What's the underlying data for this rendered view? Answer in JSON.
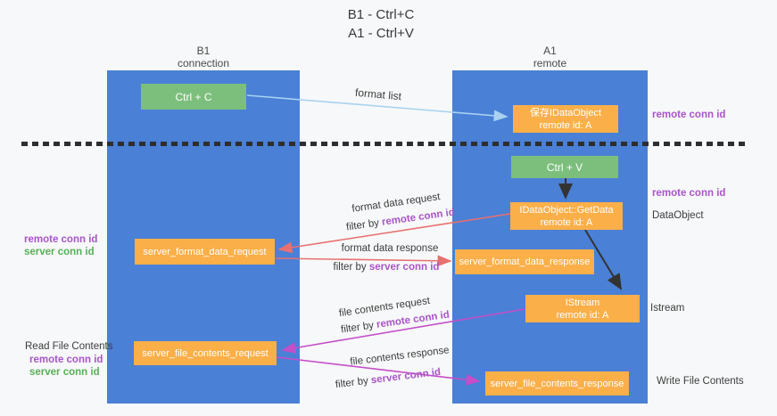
{
  "title": {
    "line1": "B1 - Ctrl+C",
    "line2": "A1 - Ctrl+V"
  },
  "lanes": {
    "left": {
      "name": "B1",
      "role": "connection"
    },
    "right": {
      "name": "A1",
      "role": "remote"
    }
  },
  "nodes": {
    "ctrl_c": {
      "label": "Ctrl + C"
    },
    "ctrl_v": {
      "label": "Ctrl + V"
    },
    "keep_idataobject": {
      "line1": "保存IDataObject",
      "line2": "remote id: A"
    },
    "getdata": {
      "line1": "IDataObject::GetData",
      "line2": "remote id: A"
    },
    "istream": {
      "line1": "IStream",
      "line2": "remote id: A"
    },
    "format_request": {
      "label": "server_format_data_request"
    },
    "format_response": {
      "label": "server_format_data_response"
    },
    "file_request": {
      "label": "server_file_contents_request"
    },
    "file_response": {
      "label": "server_file_contents_response"
    }
  },
  "flow_labels": {
    "format_list": "format list",
    "format_data_request": "format data request",
    "format_data_response": "format data response",
    "file_contents_request": "file contents request",
    "file_contents_response": "file contents response",
    "filter_by": "filter by",
    "remote_conn_id": "remote conn id",
    "server_conn_id": "server conn id"
  },
  "side_labels": {
    "remote_conn_id_top": "remote conn id",
    "remote_conn_id_mid": "remote conn id",
    "dataobject": "DataObject",
    "istream": "Istream",
    "write_file_contents": "Write File Contents",
    "read_file_contents": "Read File Contents",
    "left_remote_conn_id": "remote conn id",
    "left_server_conn_id": "server conn id",
    "left_remote_conn_id_2": "remote conn id",
    "left_server_conn_id_2": "server conn id"
  },
  "colors": {
    "lane": "#4a80d6",
    "green_node": "#7cbf7c",
    "orange_node": "#faaf49",
    "arrow_blue": "#a8d2f0",
    "arrow_red": "#e87070",
    "arrow_magenta": "#c44fc8",
    "arrow_black": "#333333",
    "text_purple": "#a855c8",
    "text_green": "#56b056",
    "background": "#f7f8f9"
  }
}
